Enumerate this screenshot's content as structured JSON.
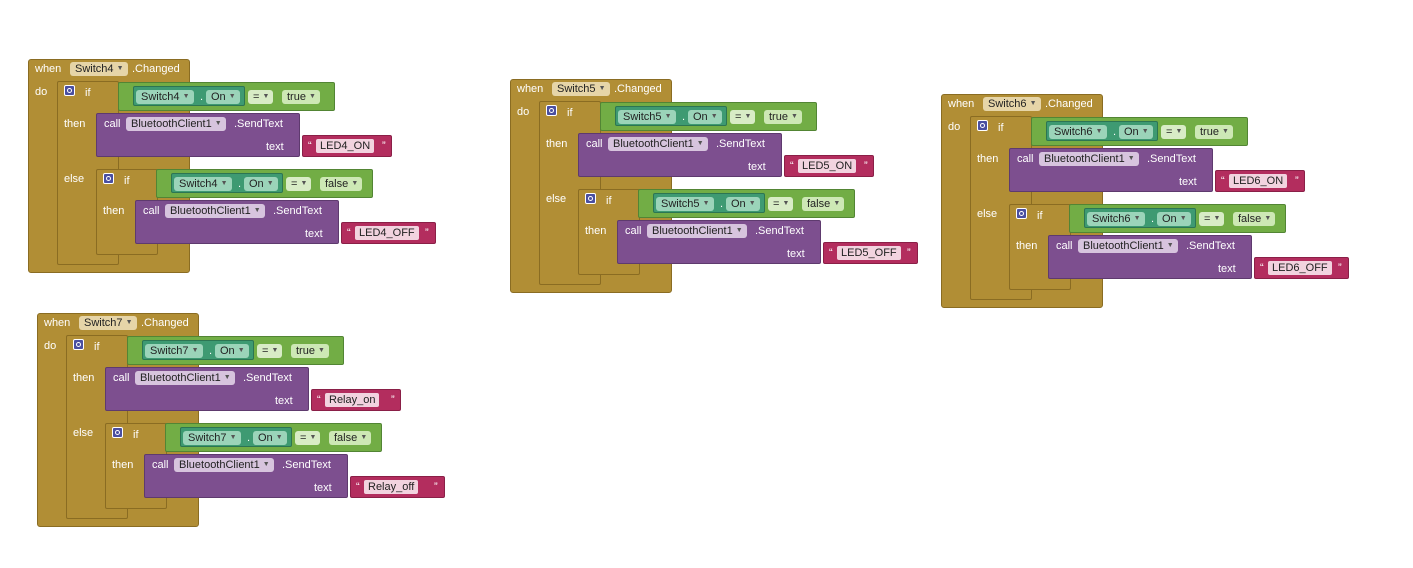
{
  "labels": {
    "when": "when",
    "changed": ".Changed",
    "do": "do",
    "if": "if",
    "then": "then",
    "else": "else",
    "call": "call",
    "send_text": ".SendText",
    "text": "text",
    "dot": ".",
    "on": "On",
    "eq": "=",
    "true": "true",
    "false": "false",
    "bluetooth": "BluetoothClient1",
    "quote_open": "“",
    "quote_close": "”"
  },
  "events": [
    {
      "switch": "Switch4",
      "on_text": "LED4_ON",
      "off_text": "LED4_OFF"
    },
    {
      "switch": "Switch5",
      "on_text": "LED5_ON",
      "off_text": "LED5_OFF"
    },
    {
      "switch": "Switch6",
      "on_text": "LED6_ON",
      "off_text": "LED6_OFF"
    },
    {
      "switch": "Switch7",
      "on_text": "Relay_on",
      "off_text": "Relay_off"
    }
  ]
}
